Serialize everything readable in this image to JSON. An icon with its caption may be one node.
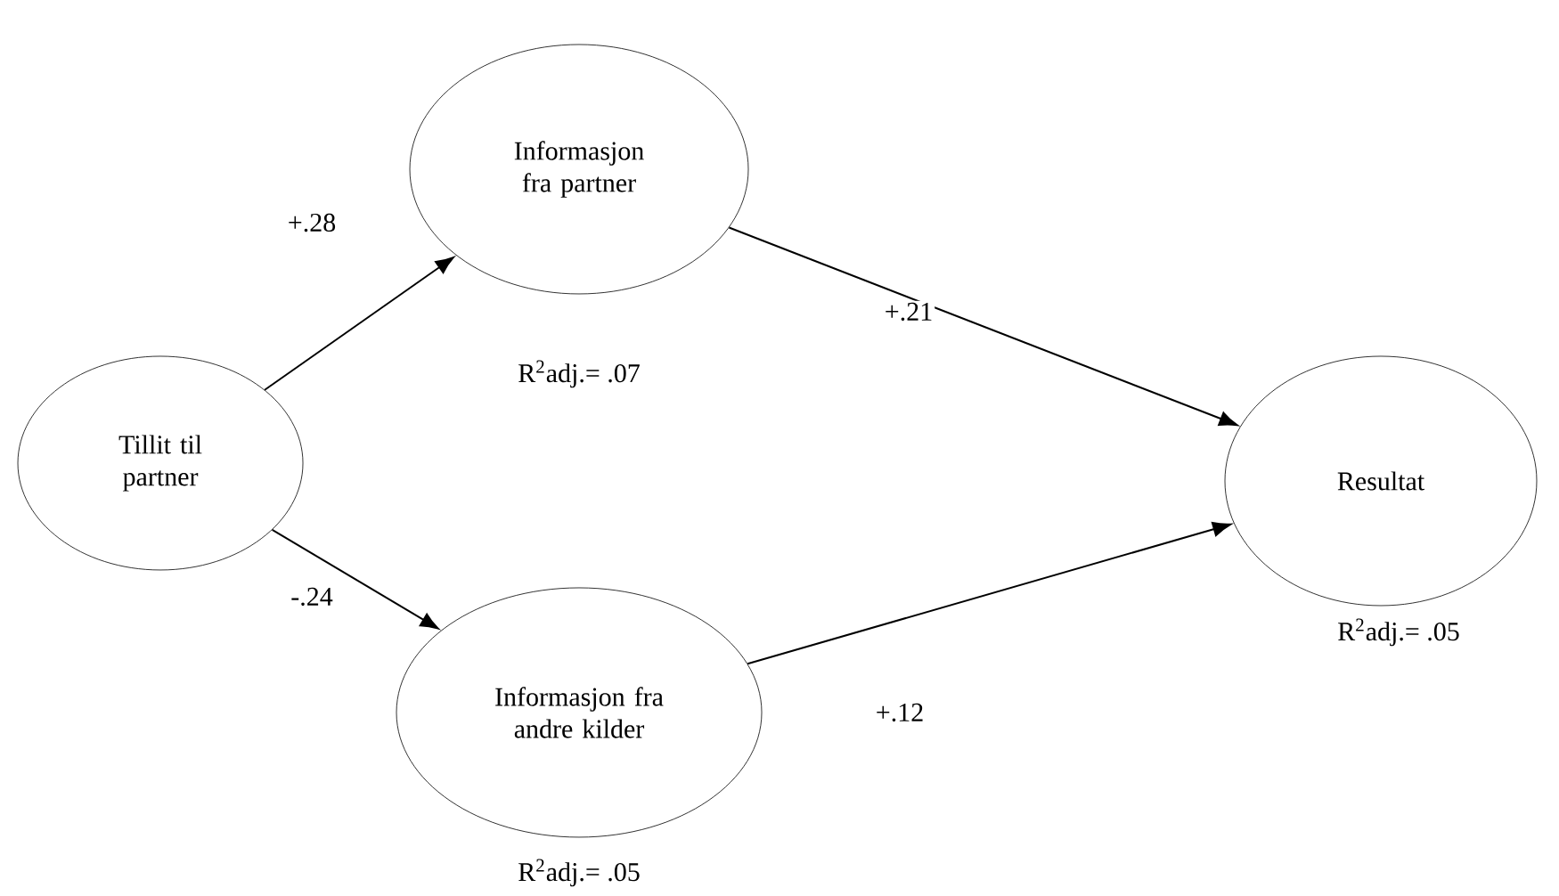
{
  "diagram": {
    "nodes": [
      {
        "text": [
          "Tillit til partner"
        ]
      },
      {
        "text": [
          "Informasjon fra partner"
        ],
        "beside": [
          "R$^{2}$adj.= .07"
        ]
      },
      {
        "text": [
          "Informasjon fra andre kilder"
        ],
        "beside": [
          "R$^{2}$adj.= .05"
        ]
      },
      {
        "text": [
          "Resultat"
        ],
        "beside": [
          "R$^{2}$adj.= .05"
        ]
      }
    ],
    "edges": [
      {
        "from": 0,
        "to": 1,
        "arrow": "to",
        "label": "+.28"
      },
      {
        "from": 0,
        "to": 2,
        "arrow": "to",
        "label": "-.24"
      },
      {
        "from": 1,
        "to": 3,
        "arrow": "to",
        "label": "+.21"
      },
      {
        "from": 2,
        "to": 3,
        "arrow": "to",
        "label": "+.12"
      }
    ]
  }
}
